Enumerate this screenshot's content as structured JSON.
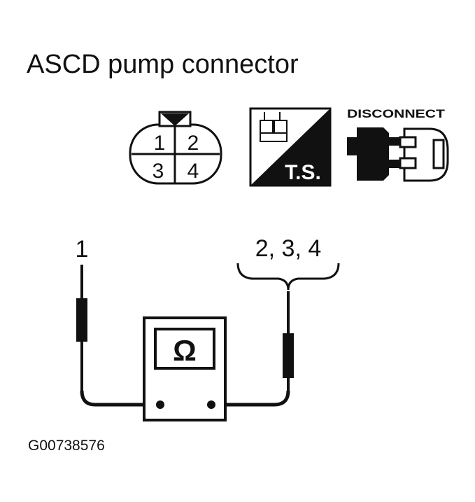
{
  "title": "ASCD pump connector",
  "connector": {
    "pins": [
      "1",
      "2",
      "3",
      "4"
    ]
  },
  "ts_badge": {
    "label": "T.S."
  },
  "disconnect_badge": {
    "label": "DISCONNECT"
  },
  "probes": {
    "left_label": "1",
    "right_label": "2, 3, 4"
  },
  "meter": {
    "symbol": "Ω"
  },
  "figure_id": "G00738576"
}
